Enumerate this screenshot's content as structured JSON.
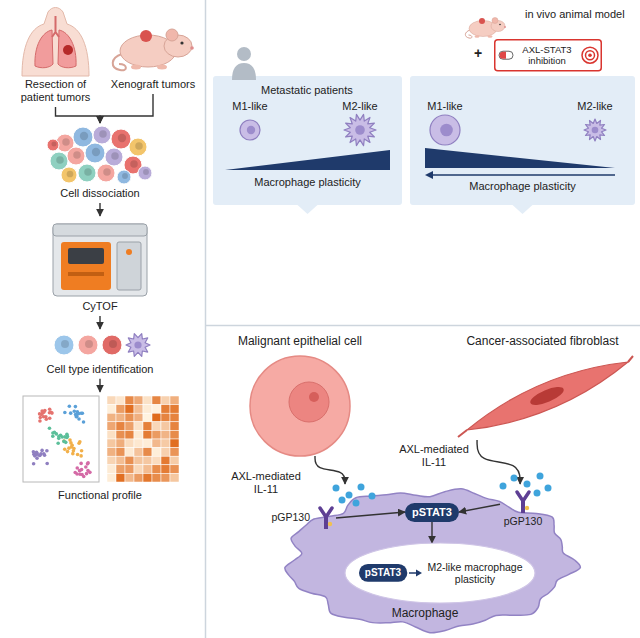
{
  "diagram": {
    "nodes": [
      {
        "text": [
          "Resection of patient tumors"
        ]
      },
      {
        "text": [
          "Xenograft tumors"
        ]
      },
      {
        "text": [
          "Cell dissociation"
        ]
      },
      {
        "text": [
          "CyTOF"
        ]
      },
      {
        "text": [
          "Cell type identification"
        ]
      },
      {
        "text": [
          "Functional profile"
        ]
      },
      {
        "text": [
          "Metastatic patients",
          "M1-like",
          "M2-like",
          "Macrophage plasticity"
        ]
      },
      {
        "text": [
          "in vivo animal model",
          "M1-like",
          "M2-like",
          "Macrophage plasticity"
        ]
      },
      {
        "text": [
          "AXL-STAT3 inhibition"
        ]
      },
      {
        "text": [
          "Malignant epithelial cell"
        ]
      },
      {
        "text": [
          "Cancer-associated fibroblast"
        ]
      },
      {
        "text": [
          "Macrophage"
        ]
      },
      {
        "text": [
          "pSTAT3"
        ],
        "in": 11
      },
      {
        "text": [
          "pGP130"
        ],
        "in": 11
      },
      {
        "text": [
          "pGP130"
        ],
        "in": 11
      },
      {
        "text": [
          "M2-like macrophage plasticity"
        ],
        "in": 11
      },
      {
        "text": [
          "pSTAT3"
        ],
        "in": 15
      }
    ],
    "edges": [
      {
        "from": 0,
        "to": 2,
        "arrow": "to"
      },
      {
        "from": 1,
        "to": 2,
        "arrow": "to"
      },
      {
        "from": 2,
        "to": 3,
        "arrow": "to"
      },
      {
        "from": 3,
        "to": 4,
        "arrow": "to"
      },
      {
        "from": 4,
        "to": 5,
        "arrow": "to"
      },
      {
        "from": 9,
        "to": 11,
        "label": "AXL-mediated IL-11",
        "arrow": "to"
      },
      {
        "from": 10,
        "to": 11,
        "label": "AXL-mediated IL-11",
        "arrow": "to"
      },
      {
        "from": 14,
        "to": 12,
        "arrow": "to"
      },
      {
        "from": 13,
        "to": 12,
        "arrow": "to"
      },
      {
        "from": 12,
        "to": 15,
        "arrow": "to"
      }
    ],
    "labels": [
      "+"
    ]
  }
}
